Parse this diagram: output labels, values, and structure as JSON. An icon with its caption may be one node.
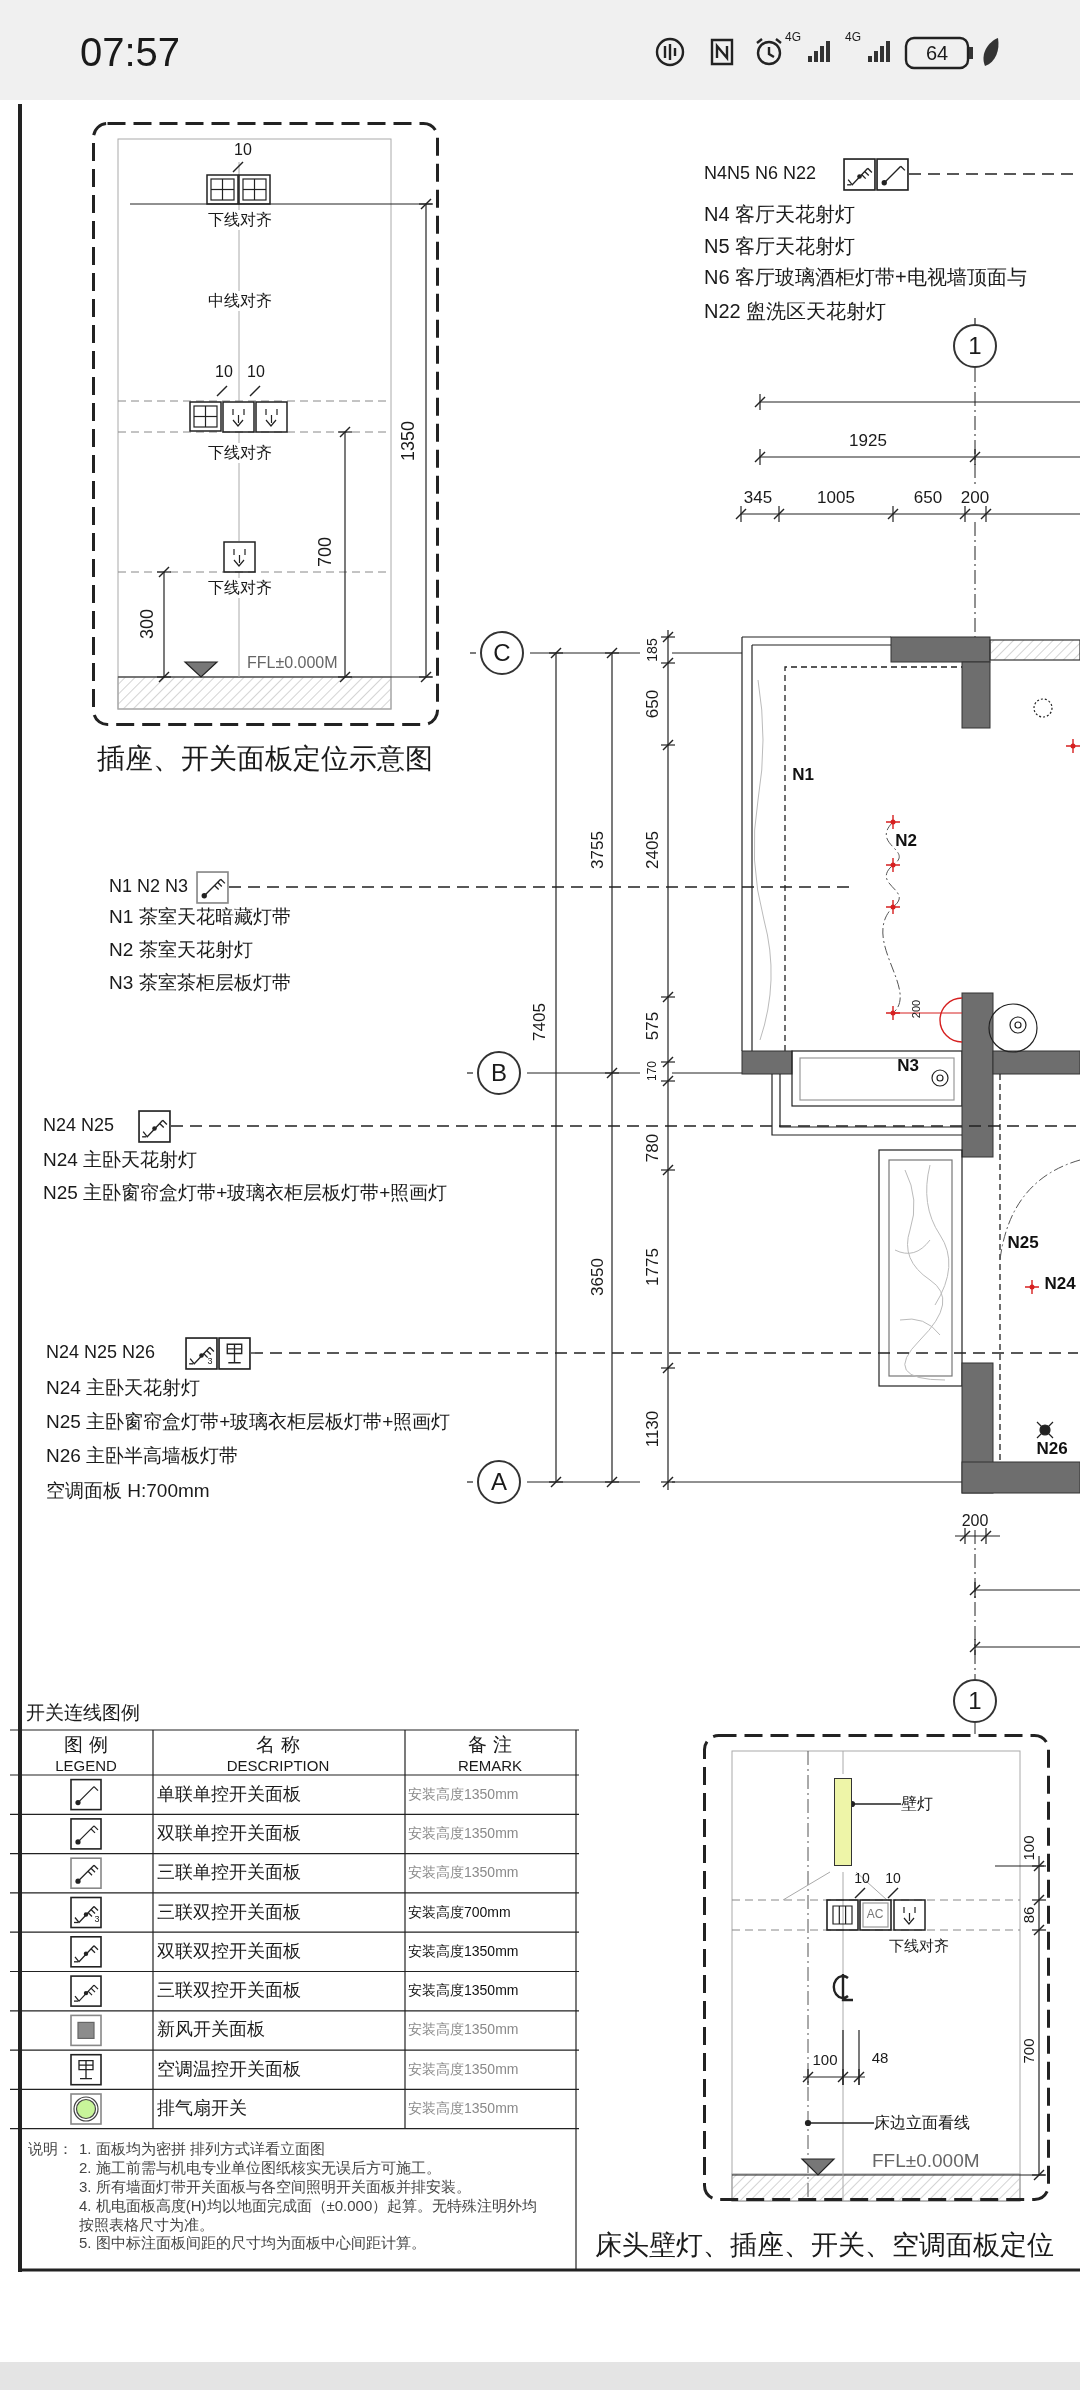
{
  "diagram": {
    "nodes": [
      {
        "text": [
          "插座、开关面板定位示意图"
        ]
      },
      {
        "text": [
          "N4N5 N6 N22"
        ],
        "beside": [
          "N4 客厅天花射灯",
          "N5 客厅天花射灯",
          "N6 客厅玻璃酒柜灯带+电视墙顶面与",
          "N22 盥洗区天花射灯"
        ]
      },
      {
        "text": [
          "1"
        ]
      },
      {
        "text": [
          "C"
        ]
      },
      {
        "text": [
          "N1 N2 N3"
        ],
        "beside": [
          "N1 茶室天花暗藏灯带",
          "N2 茶室天花射灯",
          "N3 茶室茶柜层板灯带"
        ]
      },
      {
        "text": [
          "B"
        ]
      },
      {
        "text": [
          "N24 N25"
        ],
        "beside": [
          "N24 主卧天花射灯",
          "N25 主卧窗帘盒灯带+玻璃衣柜层板灯带+照画灯"
        ]
      },
      {
        "text": [
          "N24 N25 N26"
        ],
        "beside": [
          "N24 主卧天花射灯",
          "N25 主卧窗帘盒灯带+玻璃衣柜层板灯带+照画灯",
          "N26 主卧半高墙板灯带",
          "空调面板 H:700mm"
        ]
      },
      {
        "text": [
          "A"
        ]
      },
      {
        "text": [
          "1"
        ]
      },
      {
        "text": [
          "床头壁灯、插座、开关、空调面板定位"
        ]
      },
      {
        "text": [
          "壁灯"
        ],
        "in": 10
      },
      {
        "text": [],
        "shape": "bar",
        "in": 10
      },
      {
        "text": [
          "床边立面看线"
        ],
        "in": 10
      }
    ],
    "edges": [
      {
        "from": 1,
        "to": null,
        "arrow": "none",
        "style": "dashed"
      },
      {
        "from": 4,
        "to": null,
        "arrow": "none",
        "style": "dashed"
      },
      {
        "from": 6,
        "to": null,
        "arrow": "none",
        "style": "dashed"
      },
      {
        "from": 7,
        "to": null,
        "arrow": "none",
        "style": "dashed"
      },
      {
        "from": 11,
        "to": 12,
        "arrow": "other"
      },
      {
        "from": 13,
        "to": null,
        "arrow": "other"
      }
    ],
    "labels": [
      "07:57",
      "4G",
      "4G",
      "64",
      "10",
      "下线对齐",
      "中线对齐",
      "10",
      "10",
      "下线对齐",
      "1350",
      "700",
      "下线对齐",
      "300",
      "FFL±0.000M",
      "1925",
      "345",
      "1005",
      "650",
      "200",
      "185",
      "650",
      "3755",
      "2405",
      "7405",
      "575",
      "170",
      "780",
      "3650",
      "1775",
      "1130",
      "N1",
      "N2",
      "200",
      "N3",
      "N25",
      "N24",
      "N26",
      "200",
      "开关连线图例",
      "图 例",
      "LEGEND",
      "名 称",
      "DESCRIPTION",
      "备 注",
      "REMARK",
      "单联单控开关面板",
      "安装高度1350mm",
      "双联单控开关面板",
      "安装高度1350mm",
      "三联单控开关面板",
      "安装高度1350mm",
      "三联双控开关面板",
      "安装高度700mm",
      "双联双控开关面板",
      "安装高度1350mm",
      "三联双控开关面板",
      "安装高度1350mm",
      "新风开关面板",
      "安装高度1350mm",
      "空调温控开关面板",
      "安装高度1350mm",
      "排气扇开关",
      "安装高度1350mm",
      "3",
      "说明：",
      "1. 面板均为密拼 排列方式详看立面图",
      "2. 施工前需与机电专业单位图纸核实无误后方可施工。",
      "3. 所有墙面灯带开关面板与各空间照明开关面板并排安装。",
      "4. 机电面板高度(H)均以地面完成面（±0.000）起算。无特殊注明外均按照表格尺寸为准。",
      "5. 图中标注面板间距的尺寸均为面板中心间距计算。",
      "3",
      "10",
      "10",
      "AC",
      "下线对齐",
      "100",
      "86",
      "700",
      "100",
      "48",
      "FFL±0.000M"
    ]
  }
}
